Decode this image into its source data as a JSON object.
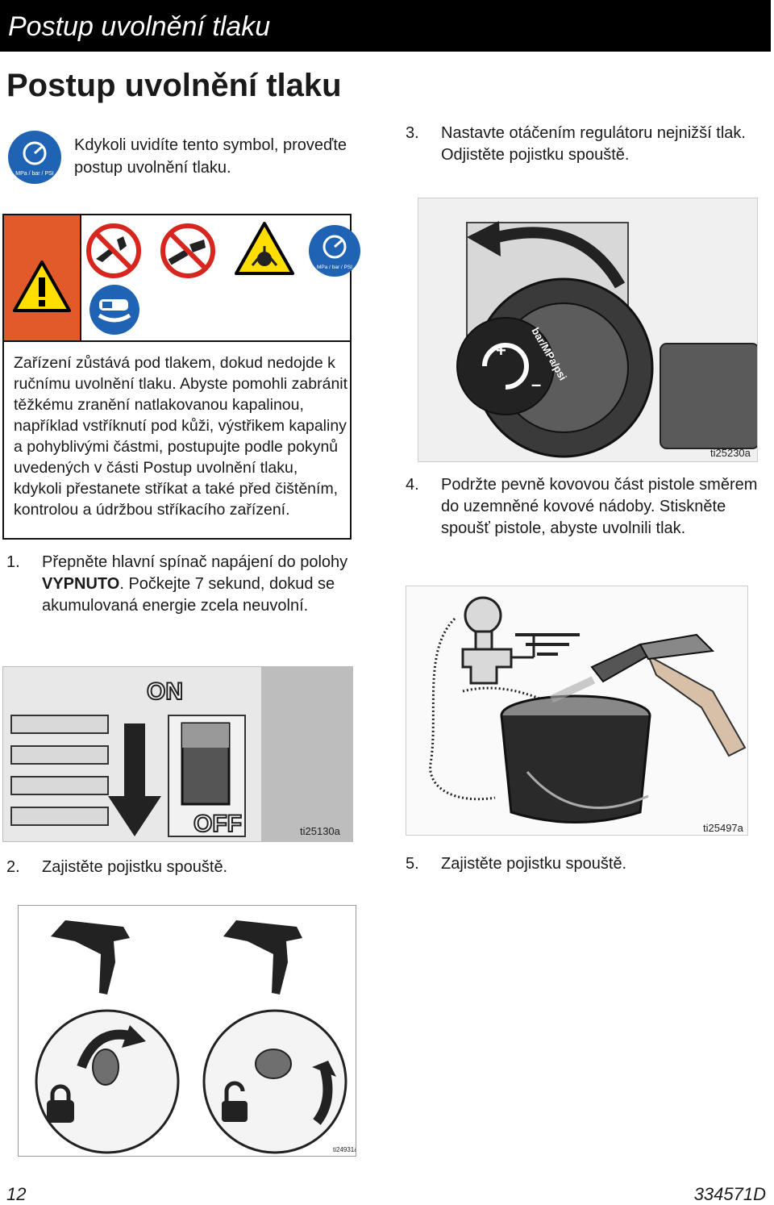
{
  "header": {
    "running_title": "Postup uvolnění tlaku"
  },
  "page": {
    "title": "Postup uvolnění tlaku",
    "symbol_intro": "Kdykoli uvidíte tento symbol, proveďte postup uvolnění tlaku.",
    "symbol_label": "MPa / bar / PSI"
  },
  "warning": {
    "text": "Zařízení zůstává pod tlakem, dokud nedojde k ručnímu uvolnění tlaku. Abyste pomohli zabránit těžkému zranění natlakovanou kapalinou, například vstříknutí pod kůži, výstřikem kapaliny a pohyblivými částmi, postupujte podle pokynů uvedených v části Postup uvolnění tlaku, kdykoli přestanete stříkat a také před čištěním, kontrolou a údržbou stříkacího zařízení.",
    "icons": [
      "no-hand-on-tip-icon",
      "no-spray-at-body-icon",
      "splash-hazard-icon",
      "pressure-relief-icon",
      "eye-ear-protection-icon",
      "warning-triangle-icon"
    ]
  },
  "steps": [
    {
      "num": "1.",
      "text_before": "Přepněte hlavní spínač napájení do polohy ",
      "bold": "VYPNUTO",
      "text_after": ". Počkejte 7 sekund, dokud se akumulovaná energie zcela neuvolní."
    },
    {
      "num": "2.",
      "text": "Zajistěte pojistku spouště."
    },
    {
      "num": "3.",
      "text": "Nastavte otáčením regulátoru nejnižší tlak. Odjistěte pojistku spouště."
    },
    {
      "num": "4.",
      "text": "Podržte pevně kovovou část pistole směrem do uzemněné kovové nádoby. Stiskněte spoušť pistole, abyste uvolnili tlak."
    },
    {
      "num": "5.",
      "text": "Zajistěte pojistku spouště."
    }
  ],
  "figures": {
    "switch": {
      "id": "ti25130a",
      "on_label": "ON",
      "off_label": "OFF"
    },
    "regulator": {
      "id": "ti25230a",
      "knob_label": "bar/MPa/psi"
    },
    "bucket": {
      "id": "ti25497a"
    },
    "trigger": {
      "id": "ti24931a"
    }
  },
  "footer": {
    "page_number": "12",
    "doc_number": "334571D"
  },
  "colors": {
    "warning_orange": "#e35a2a",
    "safety_blue": "#1e63b4",
    "prohibit_red": "#d7261e"
  }
}
